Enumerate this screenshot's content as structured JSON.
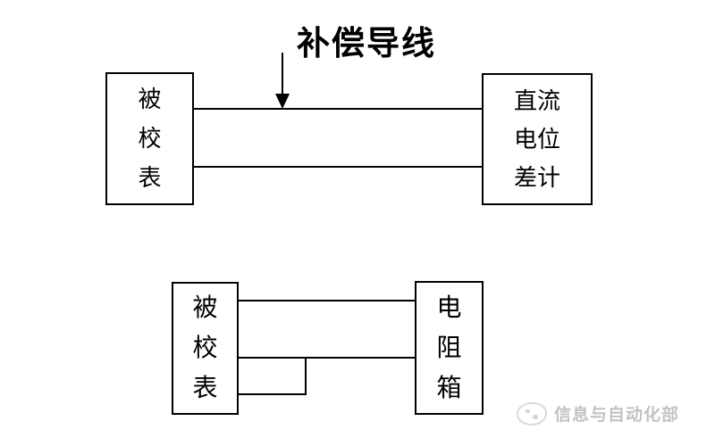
{
  "diagram_top": {
    "annotation_label": "补偿导线",
    "left_box": {
      "lines": [
        "被",
        "校",
        "表"
      ]
    },
    "right_box": {
      "lines": [
        "直流",
        "电位",
        "差计"
      ]
    }
  },
  "diagram_bottom": {
    "left_box": {
      "lines": [
        "被",
        "校",
        "表"
      ]
    },
    "right_box": {
      "lines": [
        "电",
        "阻",
        "箱"
      ]
    }
  },
  "watermark": {
    "text": "信息与自动化部"
  },
  "colors": {
    "line": "#000000",
    "background": "#ffffff",
    "watermark_text": "#c3c3c3"
  }
}
